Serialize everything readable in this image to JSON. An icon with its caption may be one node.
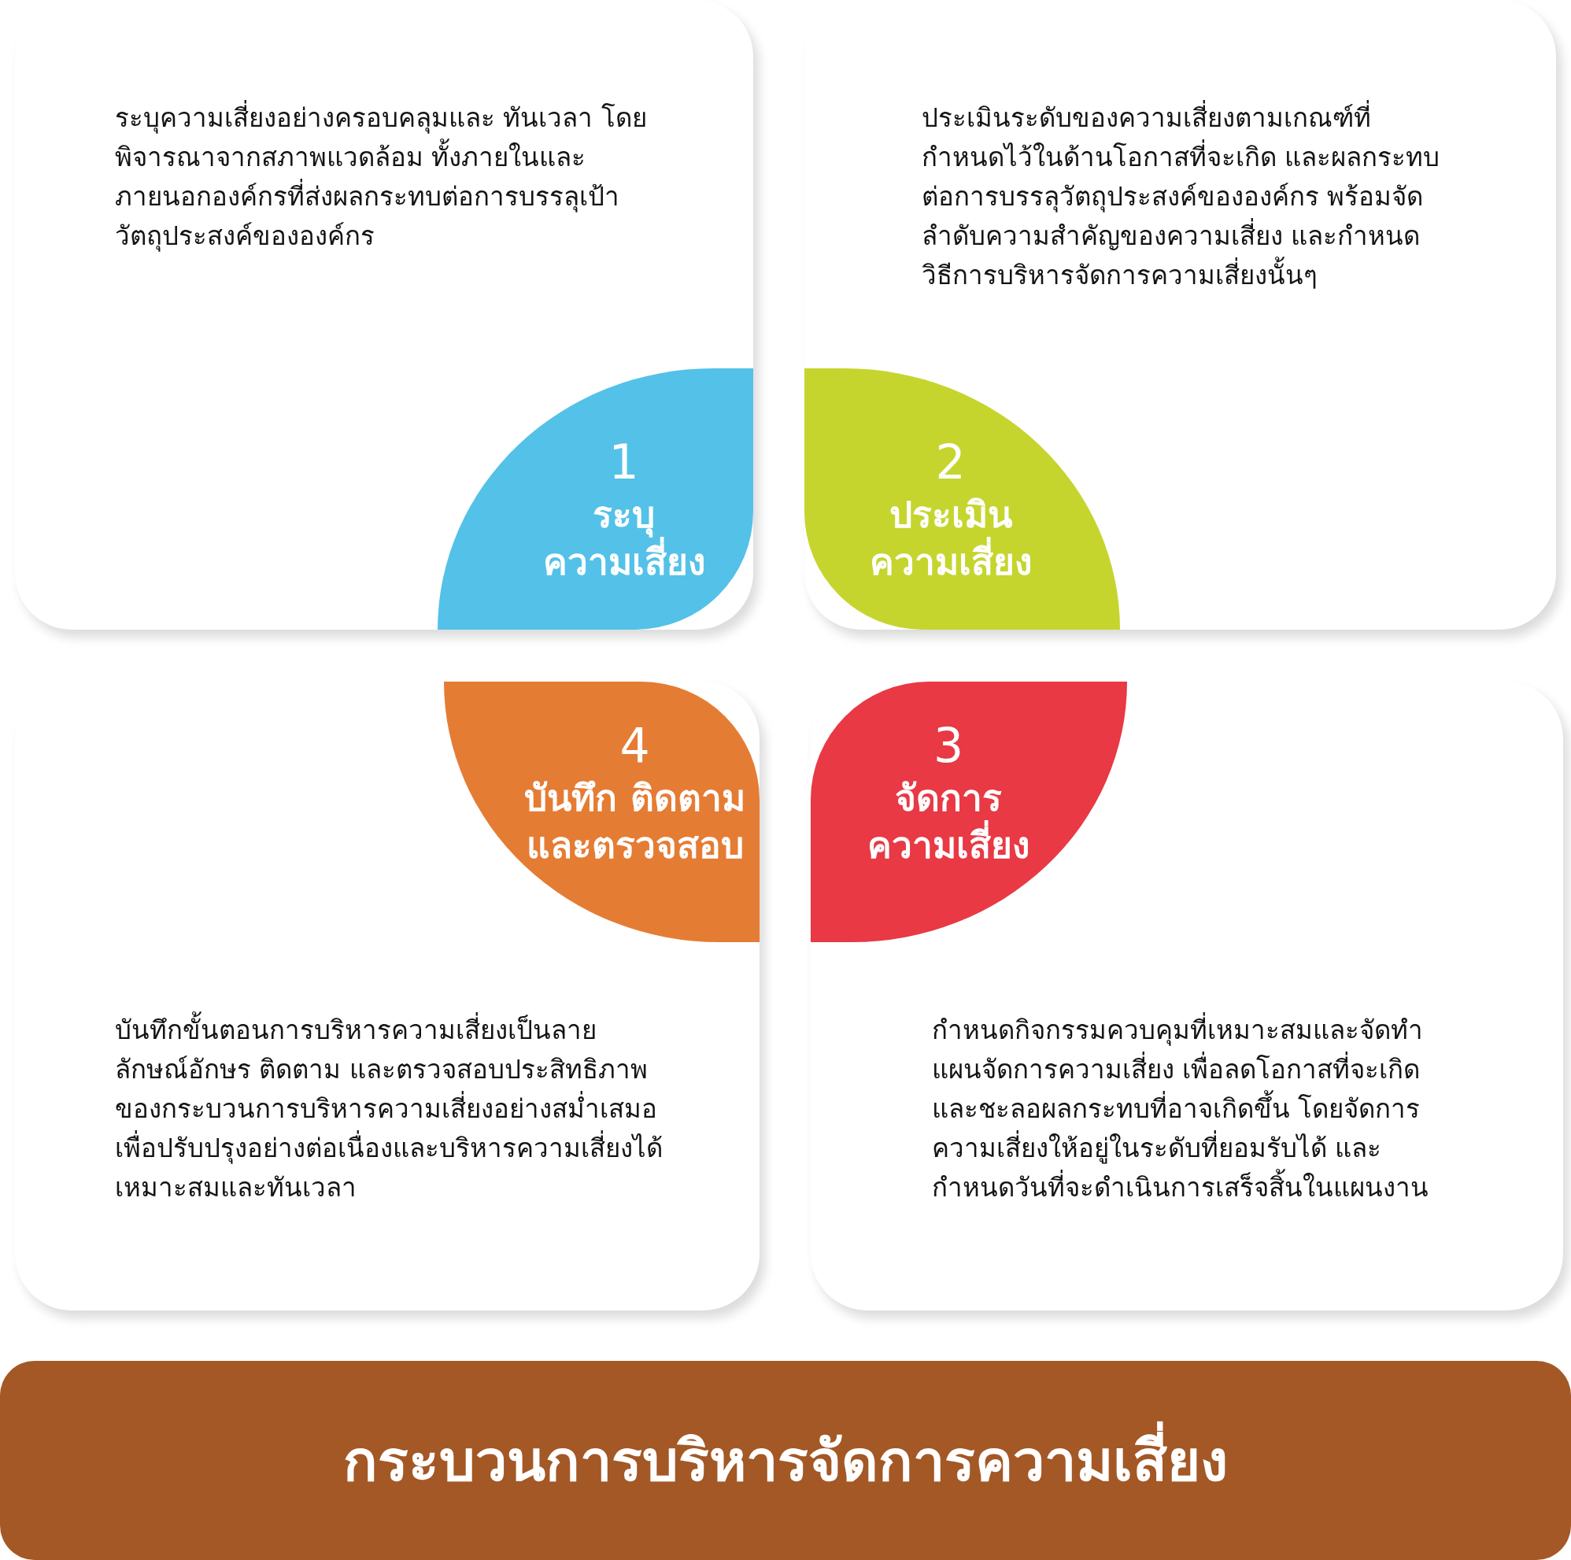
{
  "diagram": {
    "title": "กระบวนการบริหารจัดการความเสี่ยง",
    "nodes": [
      {
        "text": [
          "ระบุความเสี่ยงอย่างครอบคลุมและ ทันเวลา โดยพิจารณาจากสภาพแวดล้อม ทั้งภายในและภายนอกองค์กรที่ส่งผลกระทบต่อการบรรลุเป้าวัตถุประสงค์ขององค์กร"
        ]
      },
      {
        "text": [
          "1",
          "ระบุ ความเสี่ยง"
        ],
        "in": 0
      },
      {
        "text": [
          "ประเมินระดับของความเสี่ยงตามเกณฑ์ที่กำหนดไว้ในด้านโอกาสที่จะเกิด และผลกระทบต่อการบรรลุวัตถุประสงค์ขององค์กร พร้อมจัดลำดับความสำคัญของความเสี่ยง และกำหนดวิธีการบริหารจัดการความเสี่ยงนั้นๆ"
        ]
      },
      {
        "text": [
          "2",
          "ประเมิน ความเสี่ยง"
        ],
        "in": 2
      },
      {
        "text": [
          "บันทึกขั้นตอนการบริหารความเสี่ยงเป็นลายลักษณ์อักษร ติดตาม และตรวจสอบประสิทธิภาพของกระบวนการบริหารความเสี่ยงอย่างสม่ำเสมอเพื่อปรับปรุงอย่างต่อเนื่องและบริหารความเสี่ยงได้เหมาะสมและทันเวลา"
        ]
      },
      {
        "text": [
          "4",
          "บันทึก ติดตาม และตรวจสอบ"
        ],
        "in": 4
      },
      {
        "text": [
          "กำหนดกิจกรรมควบคุมที่เหมาะสมและจัดทำแผนจัดการความเสี่ยง เพื่อลดโอกาสที่จะเกิดและชะลอผลกระทบที่อาจเกิดขึ้น โดยจัดการความเสี่ยงให้อยู่ในระดับที่ยอมรับได้ และกำหนดวันที่จะดำเนินการเสร็จสิ้นในแผนงาน"
        ]
      },
      {
        "text": [
          "3",
          "จัดการ ความเสี่ยง"
        ],
        "in": 6
      }
    ],
    "edges": []
  }
}
